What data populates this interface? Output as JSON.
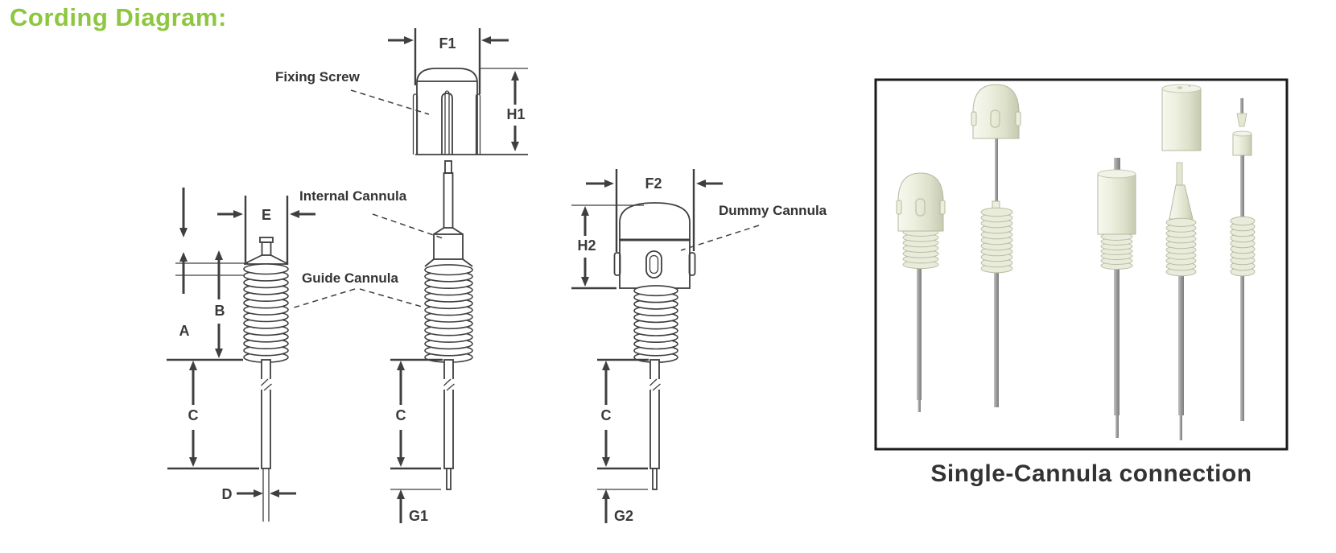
{
  "title": "Cording Diagram:",
  "colors": {
    "title_green": "#8DC63F",
    "line_art": "#3F3F3F",
    "caption_text": "#333333",
    "render_body": "#E9ECDB",
    "render_shaft": "#9A9A9A"
  },
  "labels": {
    "fixing_screw": "Fixing Screw",
    "internal_cannula": "Internal Cannula",
    "guide_cannula": "Guide Cannula",
    "dummy_cannula": "Dummy Cannula"
  },
  "dimensions": {
    "f1": "F1",
    "h1": "H1",
    "e": "E",
    "a": "A",
    "b": "B",
    "c": "C",
    "d": "D",
    "g1": "G1",
    "f2": "F2",
    "h2": "H2",
    "g2": "G2"
  },
  "panel": {
    "caption": "Single-Cannula connection"
  }
}
